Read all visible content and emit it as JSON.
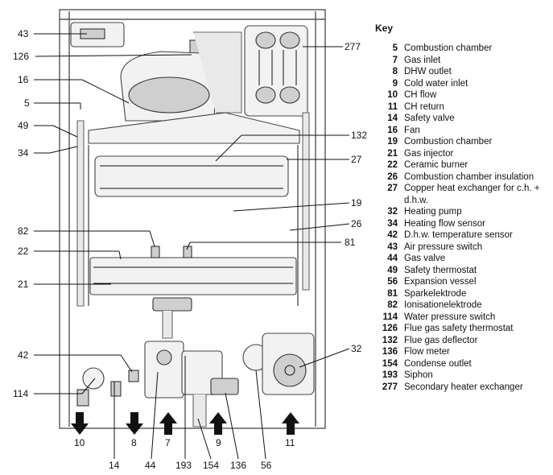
{
  "key": {
    "title": "Key",
    "items": [
      {
        "num": "5",
        "text": "Combustion chamber"
      },
      {
        "num": "7",
        "text": "Gas inlet"
      },
      {
        "num": "8",
        "text": "DHW outlet"
      },
      {
        "num": "9",
        "text": "Cold water inlet"
      },
      {
        "num": "10",
        "text": "CH flow"
      },
      {
        "num": "11",
        "text": "CH return"
      },
      {
        "num": "14",
        "text": "Safety valve"
      },
      {
        "num": "16",
        "text": "Fan"
      },
      {
        "num": "19",
        "text": "Combustion chamber"
      },
      {
        "num": "21",
        "text": "Gas injector"
      },
      {
        "num": "22",
        "text": "Ceramic burner"
      },
      {
        "num": "26",
        "text": "Combustion chamber insulation"
      },
      {
        "num": "27",
        "text": "Copper heat exchanger for c.h. + d.h.w."
      },
      {
        "num": "32",
        "text": "Heating pump"
      },
      {
        "num": "34",
        "text": "Heating flow sensor"
      },
      {
        "num": "42",
        "text": "D.h.w. temperature sensor"
      },
      {
        "num": "43",
        "text": "Air pressure switch"
      },
      {
        "num": "44",
        "text": "Gas valve"
      },
      {
        "num": "49",
        "text": "Safety thermostat"
      },
      {
        "num": "56",
        "text": "Expansion vessel"
      },
      {
        "num": "81",
        "text": "Sparkelektrode"
      },
      {
        "num": "82",
        "text": "Ionisationelektrode"
      },
      {
        "num": "114",
        "text": "Water pressure switch"
      },
      {
        "num": "126",
        "text": "Flue gas safety thermostat"
      },
      {
        "num": "132",
        "text": "Flue gas deflector"
      },
      {
        "num": "136",
        "text": "Flow meter"
      },
      {
        "num": "154",
        "text": "Condense outlet"
      },
      {
        "num": "193",
        "text": "Siphon"
      },
      {
        "num": "277",
        "text": "Secondary heater exchanger"
      }
    ]
  },
  "callouts": {
    "c43": "43",
    "c126": "126",
    "c16": "16",
    "c5": "5",
    "c49": "49",
    "c34": "34",
    "c82": "82",
    "c22": "22",
    "c21": "21",
    "c42": "42",
    "c114": "114",
    "c277": "277",
    "c132": "132",
    "c27": "27",
    "c19": "19",
    "c26": "26",
    "c81": "81",
    "c32": "32",
    "c10": "10",
    "c8": "8",
    "c7": "7",
    "c9": "9",
    "c11": "11",
    "c14": "14",
    "c44": "44",
    "c193": "193",
    "c154": "154",
    "c136": "136",
    "c56": "56"
  }
}
